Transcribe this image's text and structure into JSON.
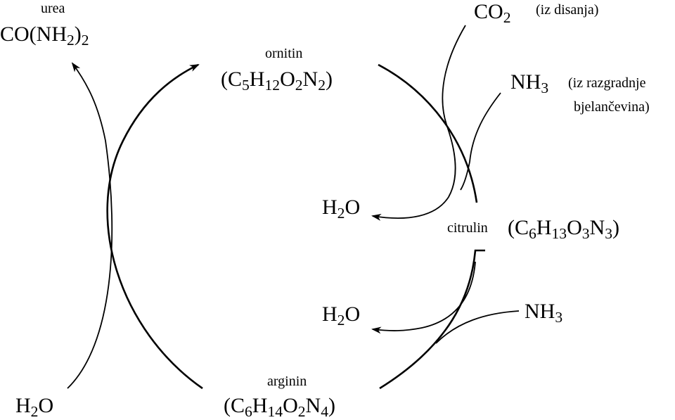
{
  "urea": {
    "name": "urea",
    "formula": {
      "a": "CO(NH",
      "b": "2",
      "c": ")",
      "d": "2"
    }
  },
  "ornitin": {
    "name": "ornitin",
    "formula": {
      "open": "(C",
      "s1": "5",
      "h": "H",
      "s2": "12",
      "o": "O",
      "s3": "2",
      "n": "N",
      "s4": "2",
      "close": ")"
    }
  },
  "citrulin": {
    "name": "citrulin",
    "formula": {
      "open": "(C",
      "s1": "6",
      "h": "H",
      "s2": "13",
      "o": "O",
      "s3": "3",
      "n": "N",
      "s4": "3",
      "close": ")"
    }
  },
  "arginin": {
    "name": "arginin",
    "formula": {
      "open": "(C",
      "s1": "6",
      "h": "H",
      "s2": "14",
      "o": "O",
      "s3": "2",
      "n": "N",
      "s4": "4",
      "close": ")"
    }
  },
  "co2": {
    "a": "CO",
    "s": "2",
    "note": "(iz disanja)"
  },
  "nh3_top": {
    "a": "NH",
    "s": "3",
    "note1": "(iz razgradnje",
    "note2": "bjelančevina)"
  },
  "h2o_upper": {
    "a": "H",
    "s": "2",
    "b": "O"
  },
  "h2o_lower": {
    "a": "H",
    "s": "2",
    "b": "O"
  },
  "nh3_bottom": {
    "a": "NH",
    "s": "3"
  },
  "h2o_left": {
    "a": "H",
    "s": "2",
    "b": "O"
  }
}
